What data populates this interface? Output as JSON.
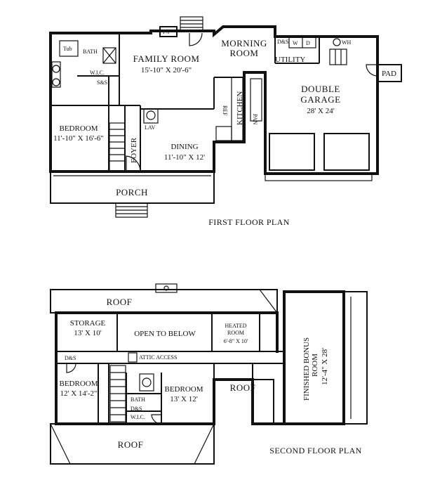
{
  "first_floor": {
    "title": "FIRST FLOOR PLAN",
    "rooms": {
      "family_room": {
        "name": "FAMILY ROOM",
        "dims": "15'-10\" X 20'-6\""
      },
      "morning_room": {
        "name1": "MORNING",
        "name2": "ROOM"
      },
      "double_garage": {
        "name1": "DOUBLE",
        "name2": "GARAGE",
        "dims": "28' X 24'"
      },
      "bedroom": {
        "name": "BEDROOM",
        "dims": "11'-10\" X 16'-6\""
      },
      "dining": {
        "name": "DINING",
        "dims": "11'-10\" X 12'"
      },
      "foyer": "FOYER",
      "kitchen": "KITCHEN",
      "utility": "UTILITY",
      "porch": "PORCH",
      "bath": "BATH",
      "wic": "W.I.C.",
      "lav": "LAV",
      "pad": "PAD",
      "fp": "F/P",
      "wh": "WH",
      "w": "W",
      "d": "D",
      "ds": "D&S",
      "shelf": "S&S",
      "pan": "PAN",
      "ref": "REF",
      "tub": "Tub"
    }
  },
  "second_floor": {
    "title": "SECOND FLOOR PLAN",
    "rooms": {
      "roof_top": "ROOF",
      "roof_mid": "ROOF",
      "roof_bottom": "ROOF",
      "storage": {
        "name": "STORAGE",
        "dims": "13' X 10'"
      },
      "open_to_below": "OPEN TO BELOW",
      "heated_room": {
        "name1": "HEATED",
        "name2": "ROOM",
        "dims": "6'-8\" X 10'"
      },
      "attic_access": "ATTIC ACCESS",
      "bedroom_left": {
        "name": "BEDROOM",
        "dims": "12' X 14'-2\""
      },
      "bedroom_right": {
        "name": "BEDROOM",
        "dims": "13' X 12'"
      },
      "bonus_room": {
        "name1": "FINISHED BONUS",
        "name2": "ROOM",
        "dims": "12'-4\" X 28'"
      },
      "bath": "BATH",
      "wic": "W.I.C.",
      "ds1": "D&S",
      "ds2": "D&S"
    }
  }
}
